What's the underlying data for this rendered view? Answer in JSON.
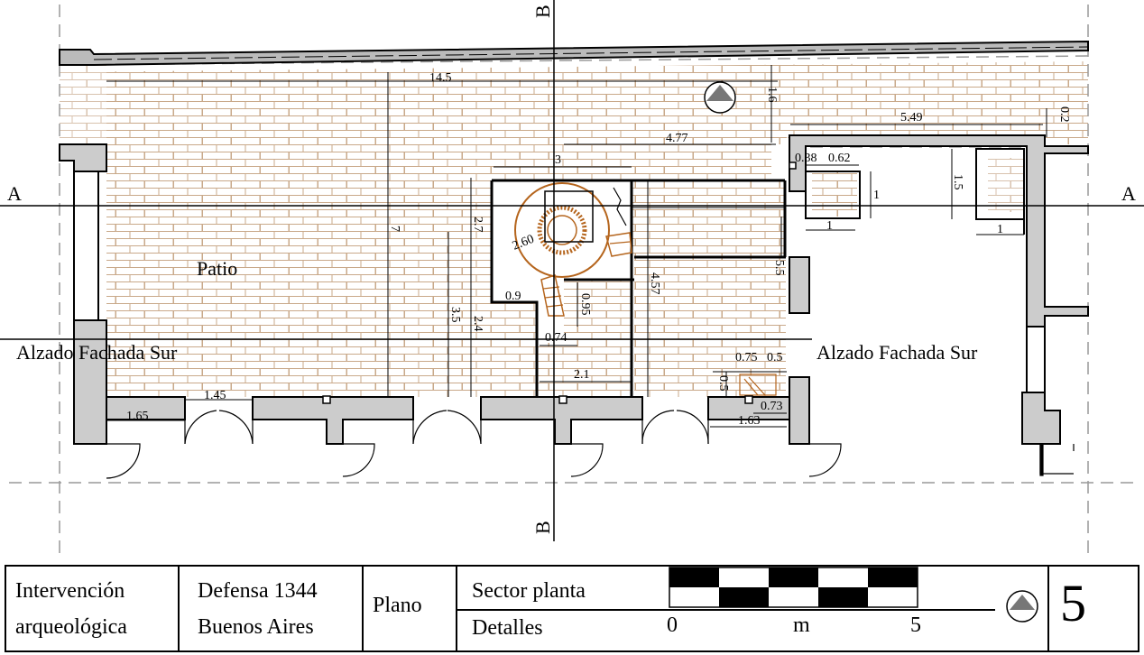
{
  "drawing": {
    "section_a_label": "A",
    "section_b_label": "B",
    "room_label": "Patio",
    "elevation_left": "Alzado Fachada Sur",
    "elevation_right": "Alzado Fachada Sur",
    "dimensions": {
      "d_14_5": "14.5",
      "d_7": "7",
      "d_1_6": "1.6",
      "d_5_49": "5.49",
      "d_0_2": "0.2",
      "d_4_77": "4.77",
      "d_3": "3",
      "d_0_38": "0.38",
      "d_0_62": "0.62",
      "d_1_a": "1",
      "d_1_b": "1",
      "d_1_5": "1.5",
      "d_1_c": "1",
      "d_2_7": "2.7",
      "d_2_60": "2.60",
      "d_5_5": "5.5",
      "d_4_57": "4.57",
      "d_3_5": "3.5",
      "d_2_4": "2.4",
      "d_0_9": "0.9",
      "d_0_95": "0.95",
      "d_0_74": "0.74",
      "d_2_1": "2.1",
      "d_0_75": "0.75",
      "d_0_5a": "0.5",
      "d_0_5b": "0.5",
      "d_0_73": "0.73",
      "d_1_63": "1.63",
      "d_1_45": "1.45",
      "d_1_65": "1.65"
    },
    "colors": {
      "brick": "#c9a98a",
      "wall_fill": "#cccccc",
      "stair": "#b5651d",
      "line": "#000000"
    }
  },
  "title_block": {
    "project_line1": "Intervención",
    "project_line2": "arqueológica",
    "address_line1": "Defensa 1344",
    "address_line2": "Buenos Aires",
    "type": "Plano",
    "sector_line1": "Sector planta",
    "sector_line2": "Detalles",
    "scale_start": "0",
    "scale_unit": "m",
    "scale_end": "5",
    "sheet_number": "5",
    "north_icon": "north-arrow-icon"
  }
}
